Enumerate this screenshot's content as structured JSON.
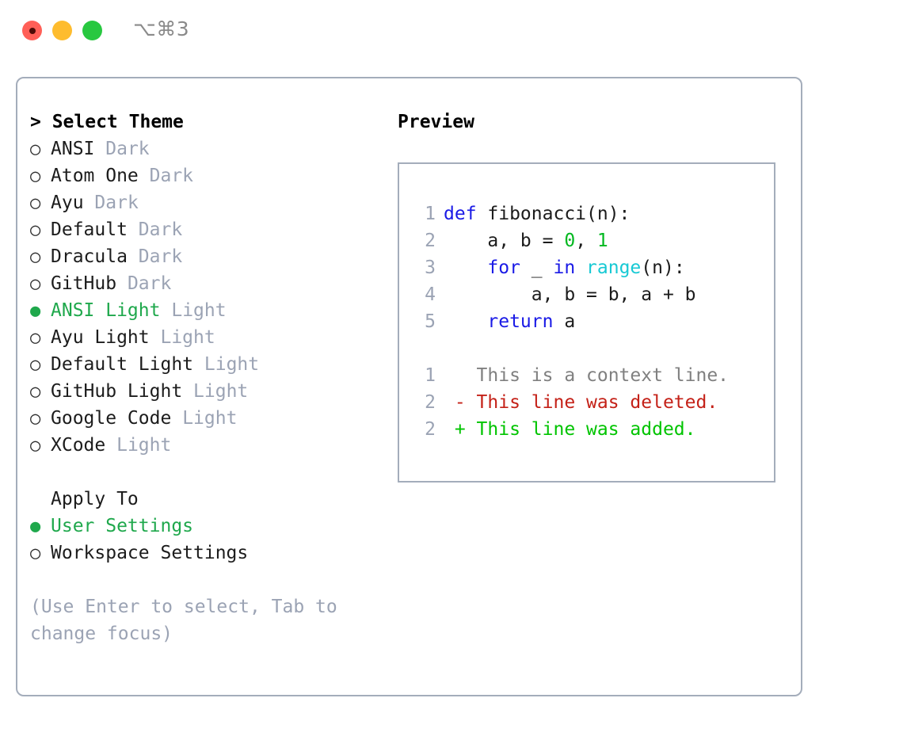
{
  "window": {
    "shortcut": "⌥⌘3",
    "traffic_lights": [
      {
        "name": "close",
        "color": "#ff5f57"
      },
      {
        "name": "minimize",
        "color": "#febc2e"
      },
      {
        "name": "maximize",
        "color": "#28c840"
      }
    ]
  },
  "colors": {
    "accent_green": "#1fa84c",
    "muted": "#9ba3b4",
    "border": "#a4adbb",
    "keyword_blue": "#1a1ae6",
    "function_cyan": "#17c9d4",
    "number_green": "#00b81f",
    "diff_add": "#00c400",
    "diff_del": "#c42118",
    "diff_ctx": "#808080"
  },
  "theme_selector": {
    "heading": "> Select Theme",
    "prompt": ">",
    "bullet_selected": "●",
    "bullet_unselected": "○",
    "items": [
      {
        "label": "ANSI",
        "tag": "Dark",
        "selected": false
      },
      {
        "label": "Atom One",
        "tag": "Dark",
        "selected": false
      },
      {
        "label": "Ayu",
        "tag": "Dark",
        "selected": false
      },
      {
        "label": "Default",
        "tag": "Dark",
        "selected": false
      },
      {
        "label": "Dracula",
        "tag": "Dark",
        "selected": false
      },
      {
        "label": "GitHub",
        "tag": "Dark",
        "selected": false
      },
      {
        "label": "ANSI Light",
        "tag": "Light",
        "selected": true
      },
      {
        "label": "Ayu Light",
        "tag": "Light",
        "selected": false
      },
      {
        "label": "Default Light",
        "tag": "Light",
        "selected": false
      },
      {
        "label": "GitHub Light",
        "tag": "Light",
        "selected": false
      },
      {
        "label": "Google Code",
        "tag": "Light",
        "selected": false
      },
      {
        "label": "XCode",
        "tag": "Light",
        "selected": false
      }
    ]
  },
  "apply_to": {
    "heading": "Apply To",
    "items": [
      {
        "label": "User Settings",
        "selected": true
      },
      {
        "label": "Workspace Settings",
        "selected": false
      }
    ]
  },
  "hint": "(Use Enter to select, Tab to change focus)",
  "preview": {
    "title": "Preview",
    "code_lines": [
      {
        "num": "1",
        "tokens": [
          {
            "text": "def ",
            "kind": "kw"
          },
          {
            "text": "fibonacci(n):",
            "kind": "plain"
          }
        ]
      },
      {
        "num": "2",
        "tokens": [
          {
            "text": "    a, b = ",
            "kind": "plain"
          },
          {
            "text": "0",
            "kind": "num"
          },
          {
            "text": ", ",
            "kind": "plain"
          },
          {
            "text": "1",
            "kind": "num"
          }
        ]
      },
      {
        "num": "3",
        "tokens": [
          {
            "text": "    ",
            "kind": "plain"
          },
          {
            "text": "for",
            "kind": "kw"
          },
          {
            "text": " _ ",
            "kind": "plain"
          },
          {
            "text": "in",
            "kind": "kw"
          },
          {
            "text": " ",
            "kind": "plain"
          },
          {
            "text": "range",
            "kind": "fn"
          },
          {
            "text": "(n):",
            "kind": "plain"
          }
        ]
      },
      {
        "num": "4",
        "tokens": [
          {
            "text": "        a, b = b, a + b",
            "kind": "plain"
          }
        ]
      },
      {
        "num": "5",
        "tokens": [
          {
            "text": "    ",
            "kind": "plain"
          },
          {
            "text": "return",
            "kind": "kw"
          },
          {
            "text": " a",
            "kind": "plain"
          }
        ]
      }
    ],
    "diff_lines": [
      {
        "num": "1",
        "sign": " ",
        "text": " This is a context line.",
        "kind": "ctx"
      },
      {
        "num": "2",
        "sign": "-",
        "text": " This line was deleted.",
        "kind": "del"
      },
      {
        "num": "2",
        "sign": "+",
        "text": " This line was added.",
        "kind": "add"
      }
    ]
  }
}
